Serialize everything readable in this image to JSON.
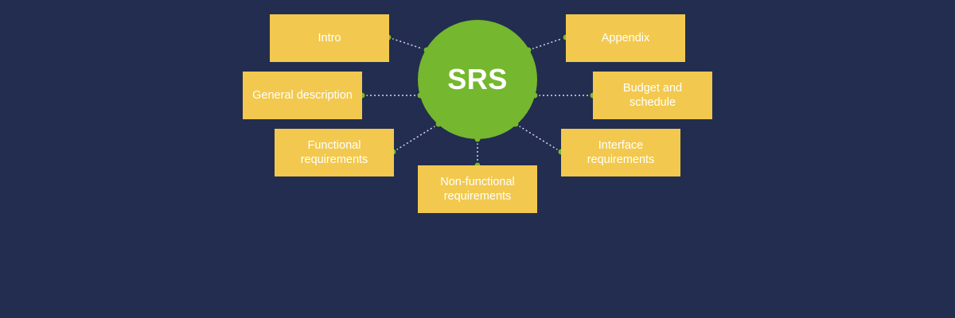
{
  "hub": {
    "label": "SRS"
  },
  "sections": {
    "intro": "Intro",
    "appendix": "Appendix",
    "general_description": "General description",
    "budget_and_schedule": "Budget and schedule",
    "functional_requirements": "Functional requirements",
    "interface_requirements": "Interface requirements",
    "non_functional_requirements": "Non-functional requirements"
  },
  "colors": {
    "background": "#232d50",
    "hub": "#75b72e",
    "box": "#f2c94e",
    "text": "#ffffff",
    "connector": "#d7dcea"
  }
}
